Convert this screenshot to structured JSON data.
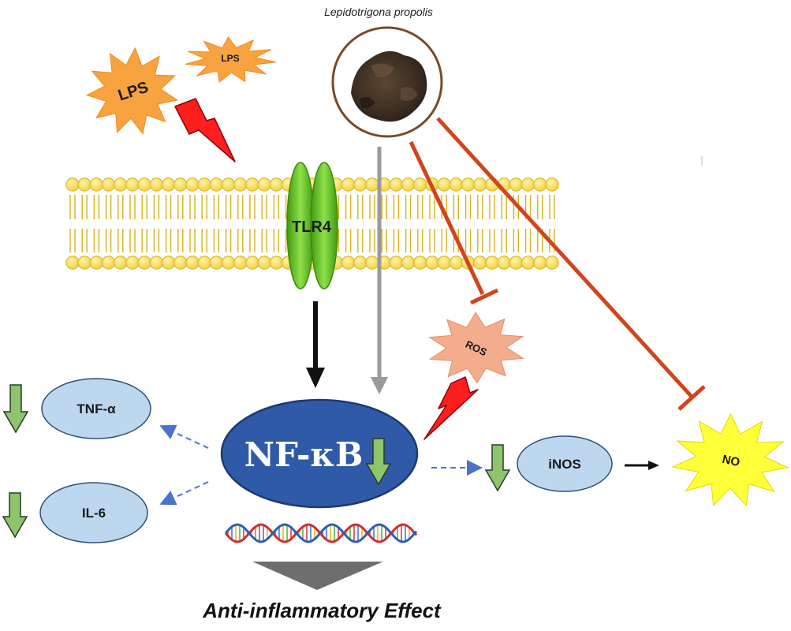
{
  "diagram": {
    "source_label": "Lepidotrigona propolis",
    "stimuli": {
      "lps_large": "LPS",
      "lps_small": "LPS"
    },
    "receptor": "TLR4",
    "transcription_factor": "NF-κB",
    "mediators": {
      "ros": "ROS",
      "tnf": "TNF-α",
      "il6": "IL-6",
      "inos": "iNOS",
      "no": "NO"
    },
    "outcome": "Anti-inflammatory Effect"
  },
  "colors": {
    "membrane_fill": "#f7dc5a",
    "membrane_stroke": "#d6b21e",
    "tlr4_green": "#5ec21c",
    "nfkb_blue": "#2f5aa8",
    "cytokine_fill": "#bdd7ee",
    "inhibit_red": "#d0451b",
    "lps_orange": "#f7a340",
    "ros_salmon": "#f4ad8c",
    "no_yellow": "#ffff3a",
    "down_arrow_green": "#8dc46c"
  }
}
